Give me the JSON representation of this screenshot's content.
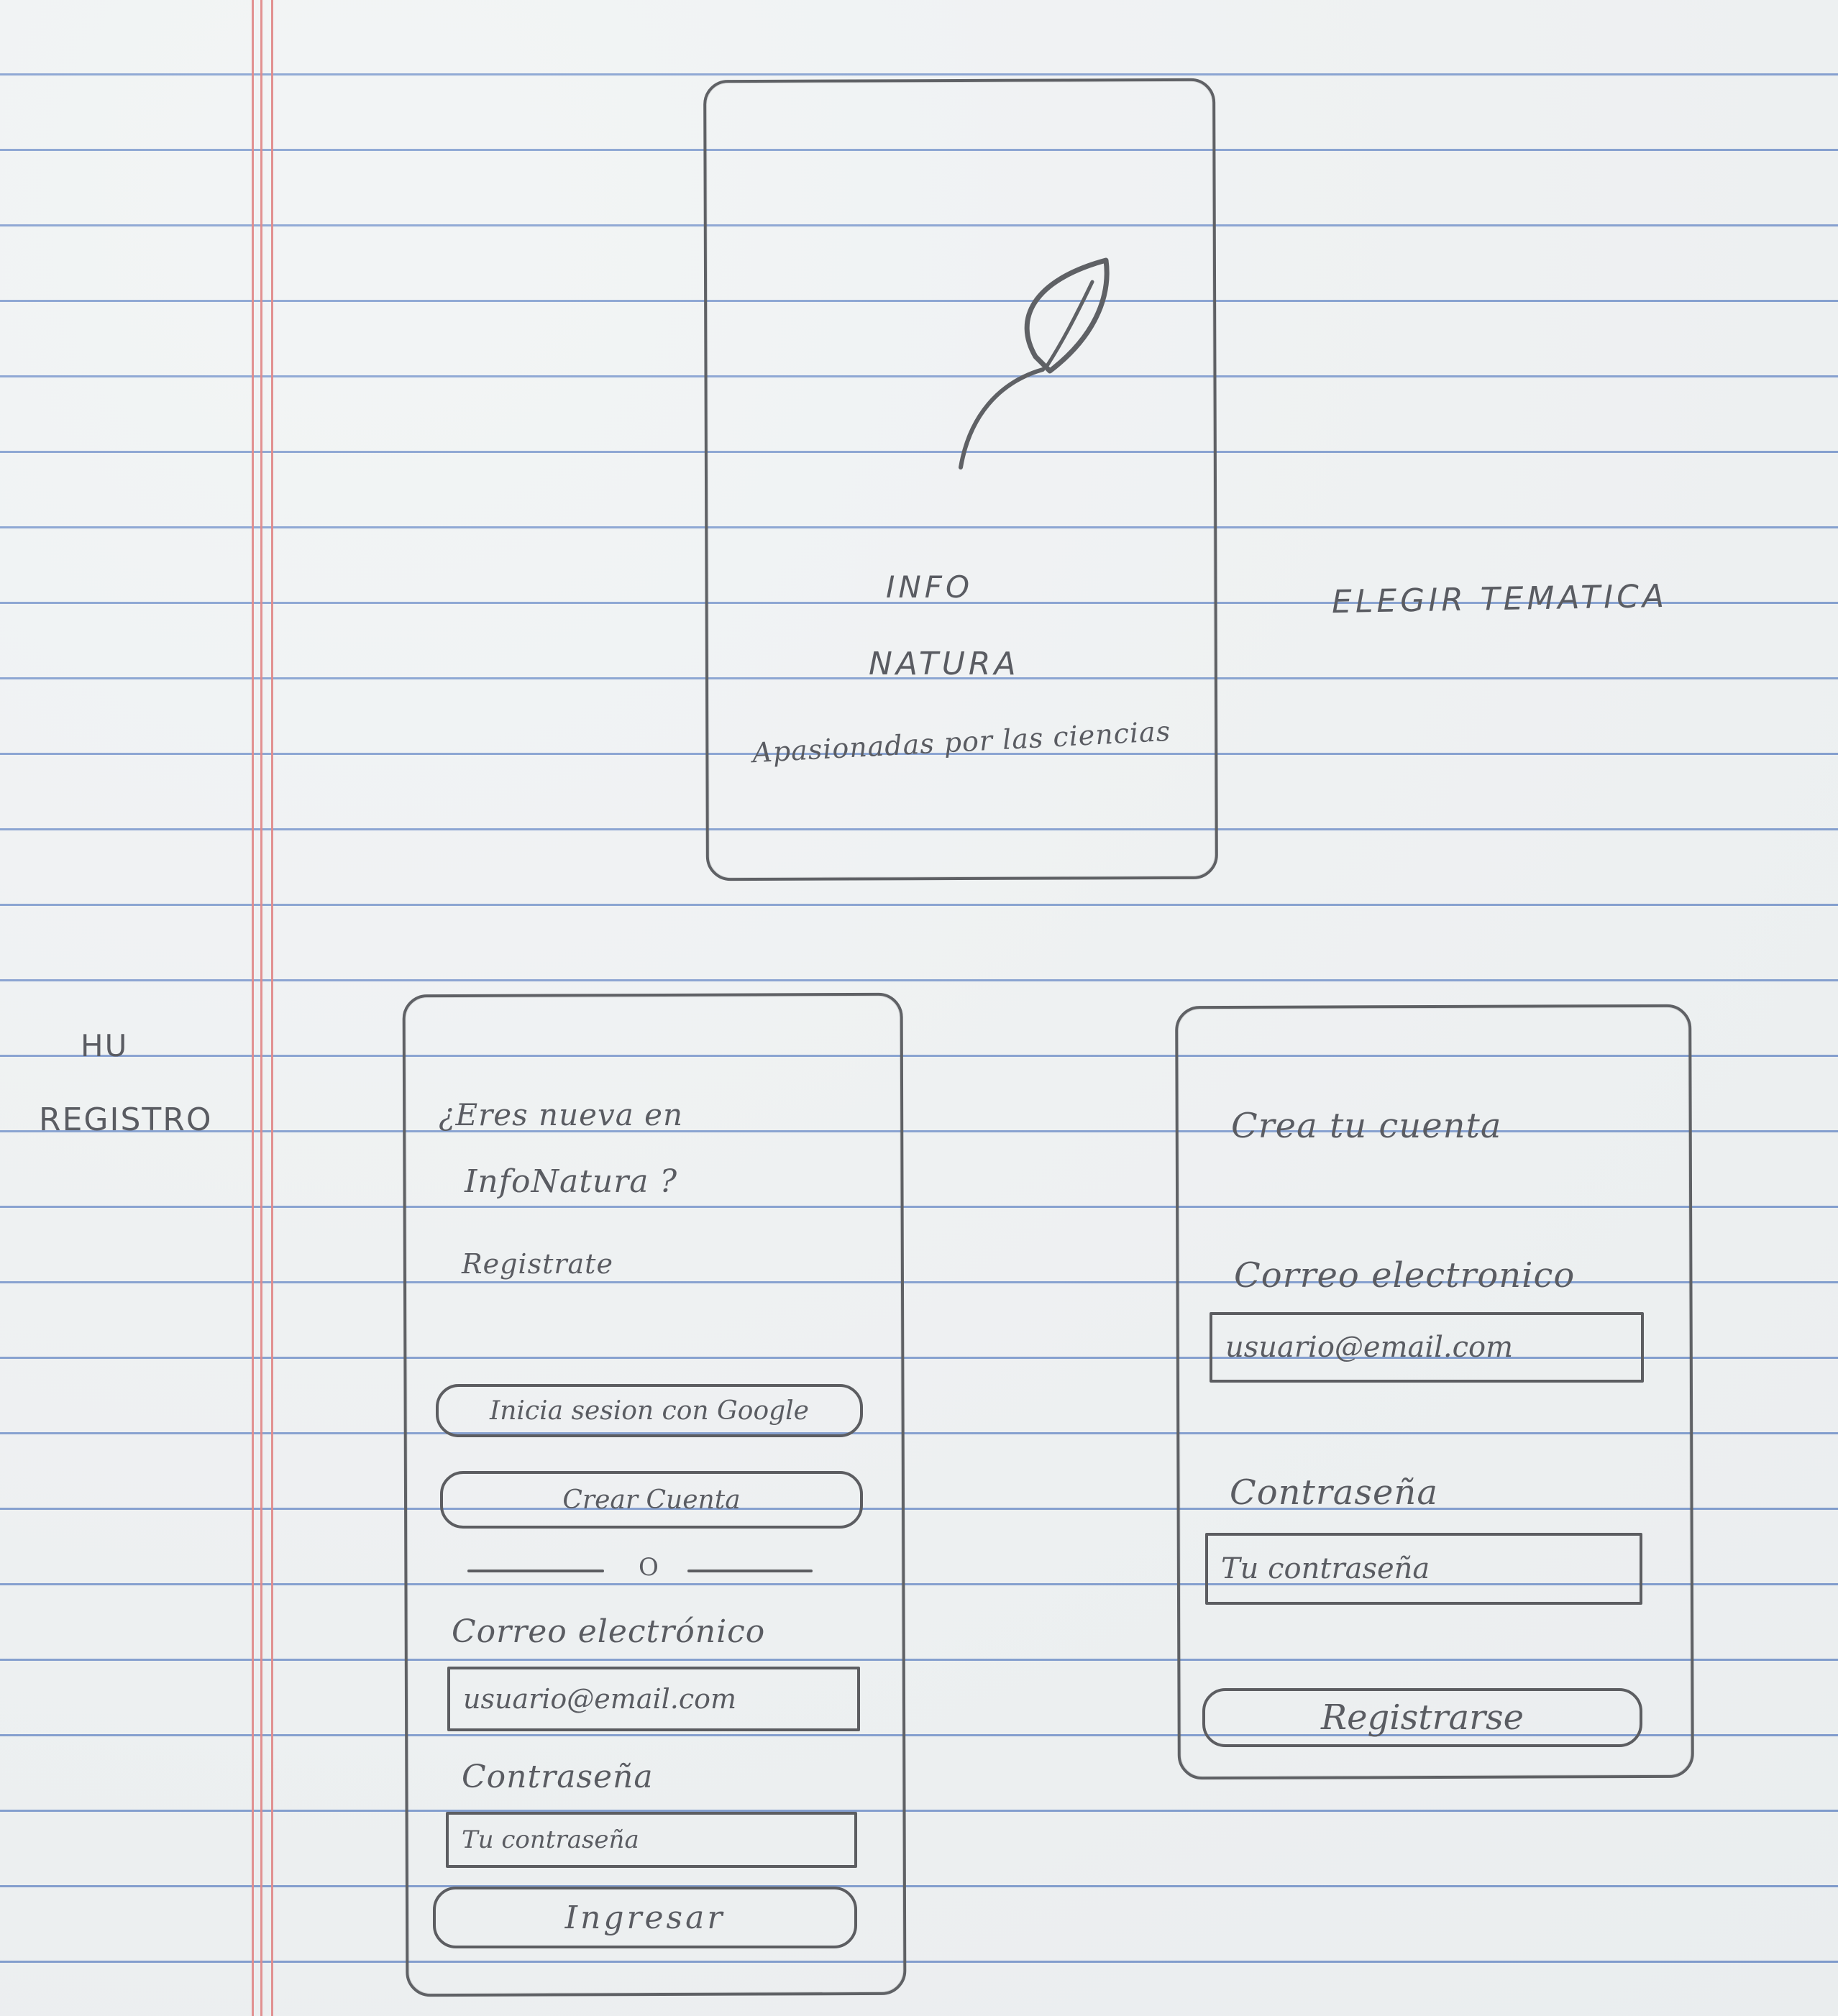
{
  "splash": {
    "line1": "INFO",
    "line2": "NATURA",
    "tagline": "Apasionadas por las ciencias"
  },
  "right_note": "ELEGIR TEMATICA",
  "left_notes": {
    "hu": "HU",
    "registro": "REGISTRO"
  },
  "login_screen": {
    "question_line1": "¿Eres nueva en",
    "question_line2": "InfoNatura ?",
    "register_link": "Registrate",
    "google_button": "Inicia sesion con Google",
    "create_account_button": "Crear Cuenta",
    "separator_text": "O",
    "email_label": "Correo electrónico",
    "email_placeholder": "usuario@email.com",
    "password_label": "Contraseña",
    "password_placeholder": "Tu contraseña",
    "submit_button": "Ingresar"
  },
  "signup_screen": {
    "title": "Crea tu cuenta",
    "email_label": "Correo electronico",
    "email_placeholder": "usuario@email.com",
    "password_label": "Contraseña",
    "password_placeholder": "Tu contraseña",
    "submit_button": "Registrarse"
  },
  "colors": {
    "paper": "#eef1f2",
    "rule_lines": "#6f8fc8",
    "margin": "#e08b8b",
    "pencil": "#5c5d61"
  },
  "icons": {
    "leaf": "leaf-icon"
  }
}
